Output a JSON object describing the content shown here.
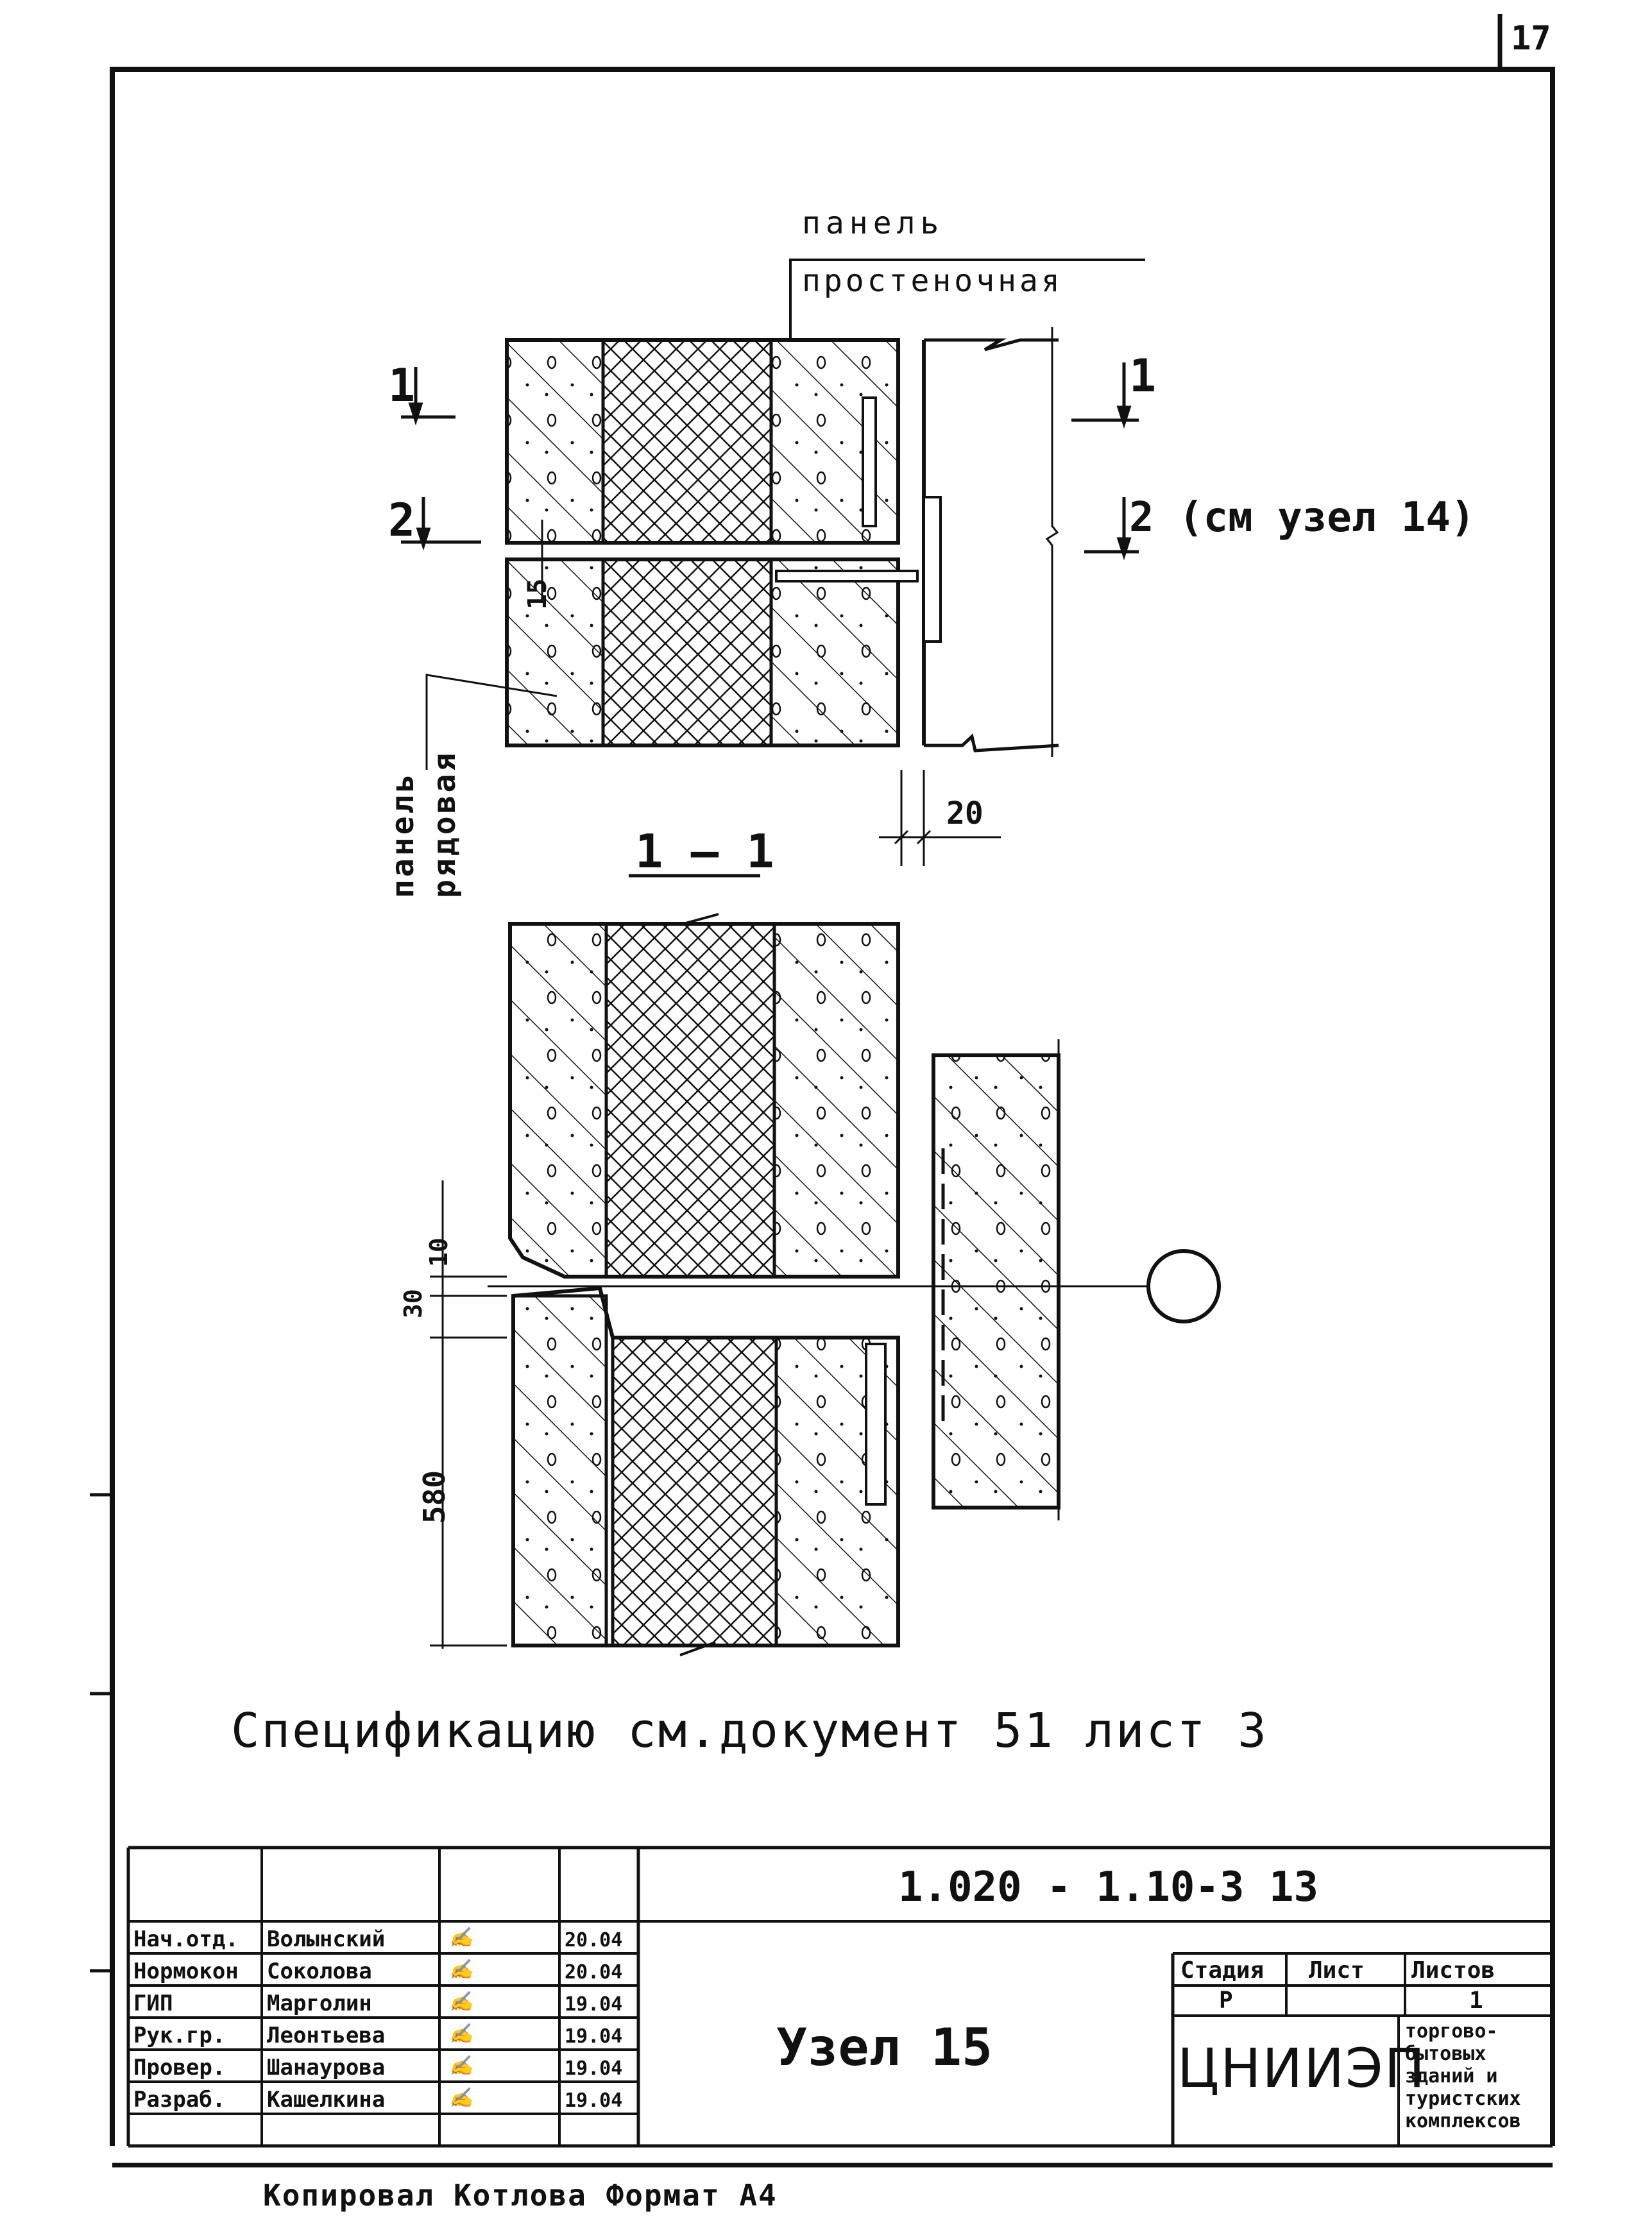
{
  "sheet": {
    "sheet_number": "17"
  },
  "drawing": {
    "label_wall_panel": [
      "панель",
      "простеночная"
    ],
    "label_row_panel": [
      "панель",
      "рядовая"
    ],
    "section_mark_1": "1",
    "section_mark_2": "2",
    "section_ref_2": "2 (см узел 14)",
    "dim_15": "15",
    "dim_20": "20",
    "section_title": "1 — 1",
    "dim_10": "10",
    "dim_30": "30",
    "dim_580": "580"
  },
  "specification_note": "Спецификацию  см.документ 51 лист 3",
  "title_block": {
    "document_code": "1.020 - 1.10-3 13",
    "drawing_title": "Узел 15",
    "rows": [
      {
        "role": "Нач.отд.",
        "name": "Волынский",
        "date": "20.04"
      },
      {
        "role": "Нормокон",
        "name": "Соколова",
        "date": "20.04"
      },
      {
        "role": "ГИП",
        "name": "Марголин",
        "date": "19.04"
      },
      {
        "role": "Рук.гр.",
        "name": "Леонтьева",
        "date": "19.04"
      },
      {
        "role": "Провер.",
        "name": "Шанаурова",
        "date": "19.04"
      },
      {
        "role": "Разраб.",
        "name": "Кашелкина",
        "date": "19.04"
      }
    ],
    "stage_header": "Стадия",
    "sheet_header": "Лист",
    "sheets_header": "Листов",
    "stage_value": "Р",
    "sheets_value": "1",
    "organization": "ЦНИИЭП",
    "organization_desc": [
      "торгово-",
      "бытовых",
      "зданий и",
      "туристских",
      "комплексов"
    ],
    "bottom_cut_text": "Копировал    Котлова                    Формат А4"
  }
}
